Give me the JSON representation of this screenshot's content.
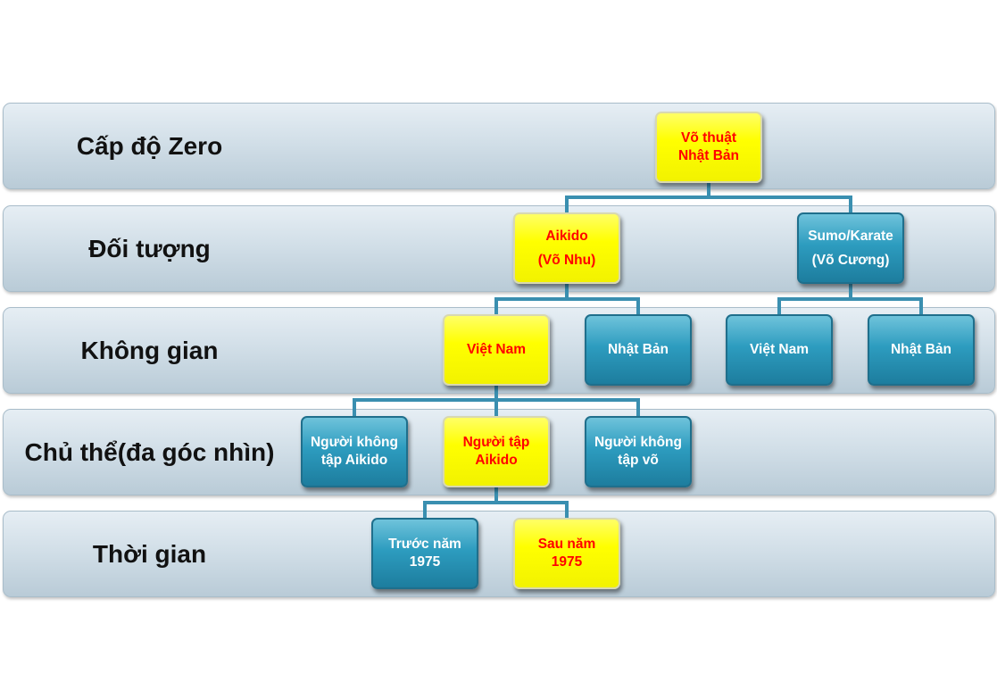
{
  "levels": [
    "Cấp độ Zero",
    "Đối tượng",
    "Không gian",
    "Chủ thể(đa góc nhìn)",
    "Thời gian"
  ],
  "nodes": {
    "root": {
      "line1": "Võ thuật",
      "line2": "Nhật Bản"
    },
    "aikido": {
      "line1": "Aikido",
      "line2": "(Võ Nhu)"
    },
    "sumo": {
      "line1": "Sumo/Karate",
      "line2": "(Võ Cương)"
    },
    "aikido_vn": {
      "line1": "Việt Nam"
    },
    "aikido_jp": {
      "line1": "Nhật Bản"
    },
    "sumo_vn": {
      "line1": "Việt Nam"
    },
    "sumo_jp": {
      "line1": "Nhật Bản"
    },
    "non_aikido": {
      "line1": "Người không",
      "line2": "tập Aikido"
    },
    "aikido_practitioner": {
      "line1": "Người tập",
      "line2": "Aikido"
    },
    "non_martial": {
      "line1": "Người không",
      "line2": "tập võ"
    },
    "before_1975": {
      "line1": "Trước năm",
      "line2": "1975"
    },
    "after_1975": {
      "line1": "Sau năm",
      "line2": "1975"
    }
  },
  "colors": {
    "highlight_node": "#ffff00",
    "highlight_text": "#ff0000",
    "normal_node": "#2d9cbf",
    "connector": "#3a8fb0"
  }
}
